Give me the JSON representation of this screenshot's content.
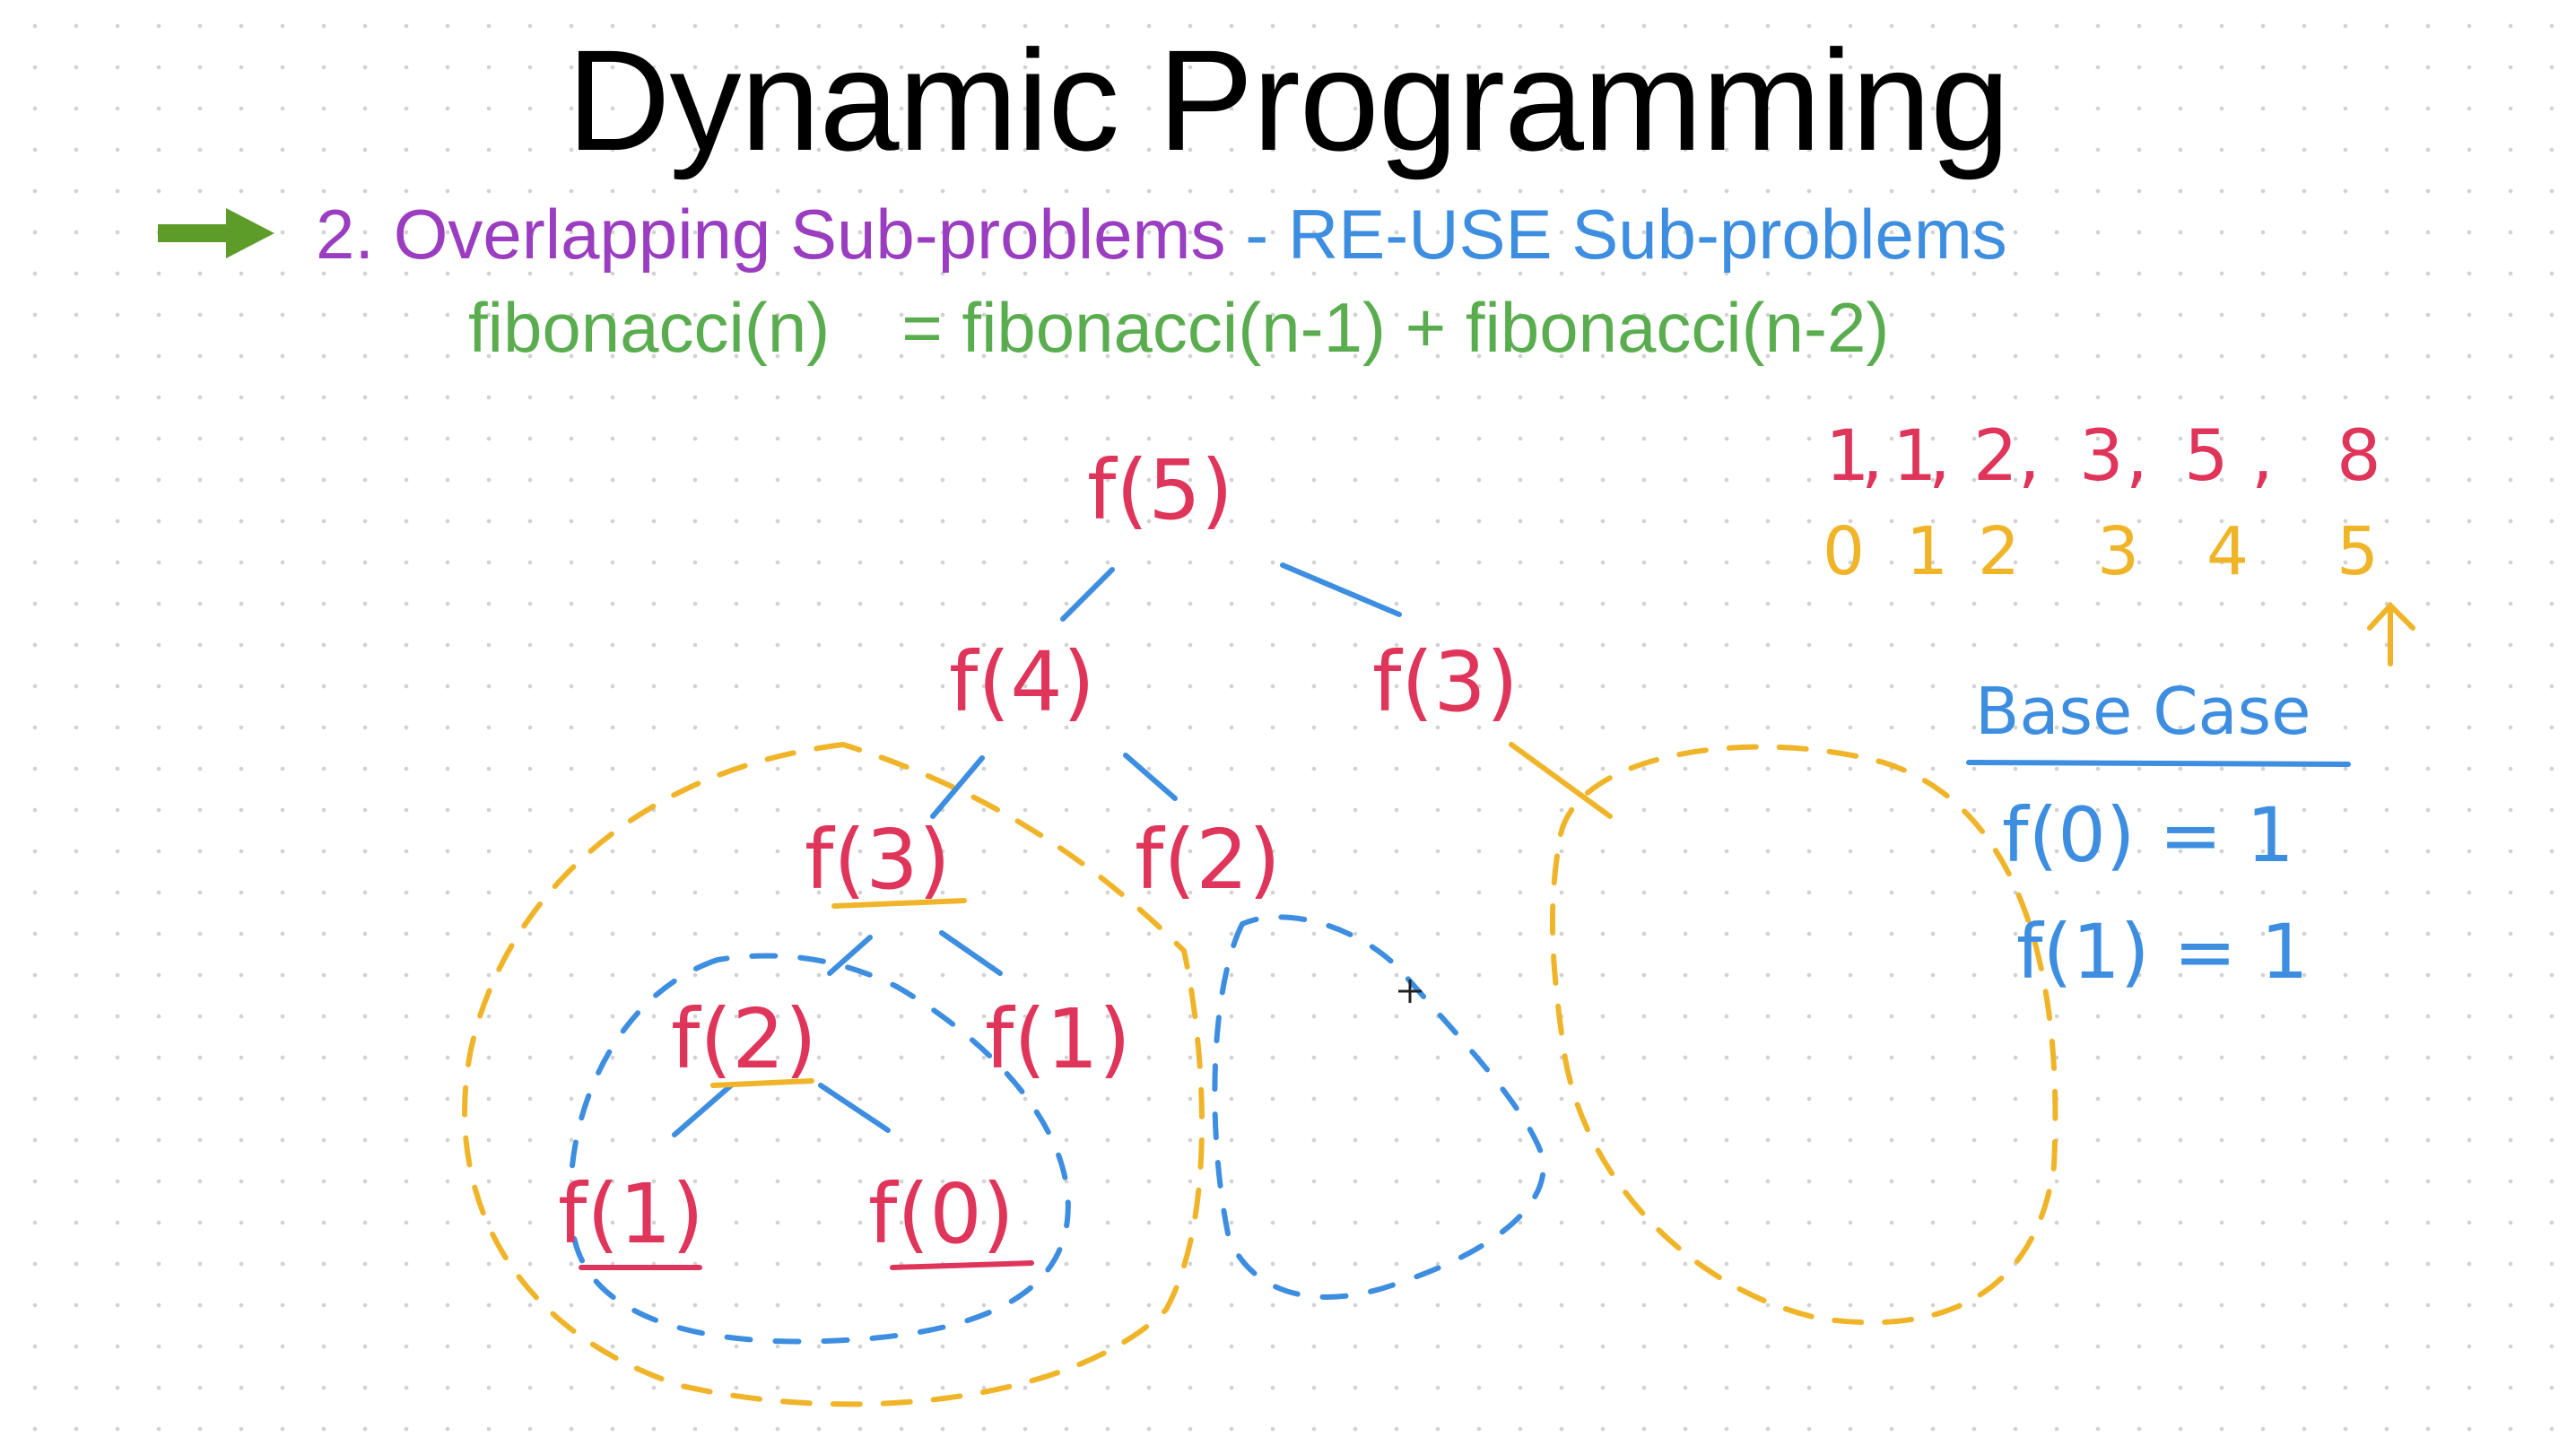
{
  "slide": {
    "title": "Dynamic Programming",
    "point_label": "2. Overlapping Sub-problems",
    "point_note": "- RE-USE Sub-problems",
    "formula_lhs": "fibonacci(n)",
    "formula_rhs": "= fibonacci(n-1) + fibonacci(n-2)"
  },
  "tree": {
    "nodes": [
      "f(5)",
      "f(4)",
      "f(3)",
      "f(3)",
      "f(2)",
      "f(2)",
      "f(1)",
      "f(1)",
      "f(0)"
    ]
  },
  "sequence": {
    "values": [
      "1",
      "1",
      "2",
      "3",
      "5",
      "8"
    ],
    "indices": [
      "0",
      "1",
      "2",
      "3",
      "4",
      "5"
    ]
  },
  "base_case": {
    "title": "Base Case",
    "line1": "f(0) = 1",
    "line2": "f(1) = 1"
  },
  "colors": {
    "title": "#000000",
    "point_label": "#9b3dc0",
    "point_note": "#3d8ee0",
    "formula": "#5aad4e",
    "tree_nodes": "#e0355a",
    "blue_ink": "#3d8ee0",
    "orange_ink": "#f0b429",
    "arrow": "#5e9c2a"
  }
}
